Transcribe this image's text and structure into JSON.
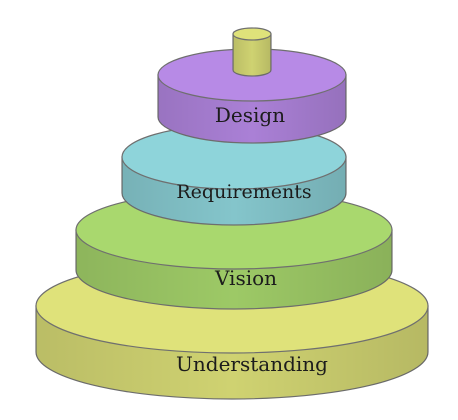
{
  "diagram": {
    "tiers": [
      {
        "label": "Understanding",
        "color": "#dfe27a"
      },
      {
        "label": "Vision",
        "color": "#a9d86e"
      },
      {
        "label": "Requirements",
        "color": "#8ed4da"
      },
      {
        "label": "Design",
        "color": "#b78ae6"
      }
    ],
    "peg_color": "#dfe27a",
    "outline_color": "#6f6f6f"
  }
}
